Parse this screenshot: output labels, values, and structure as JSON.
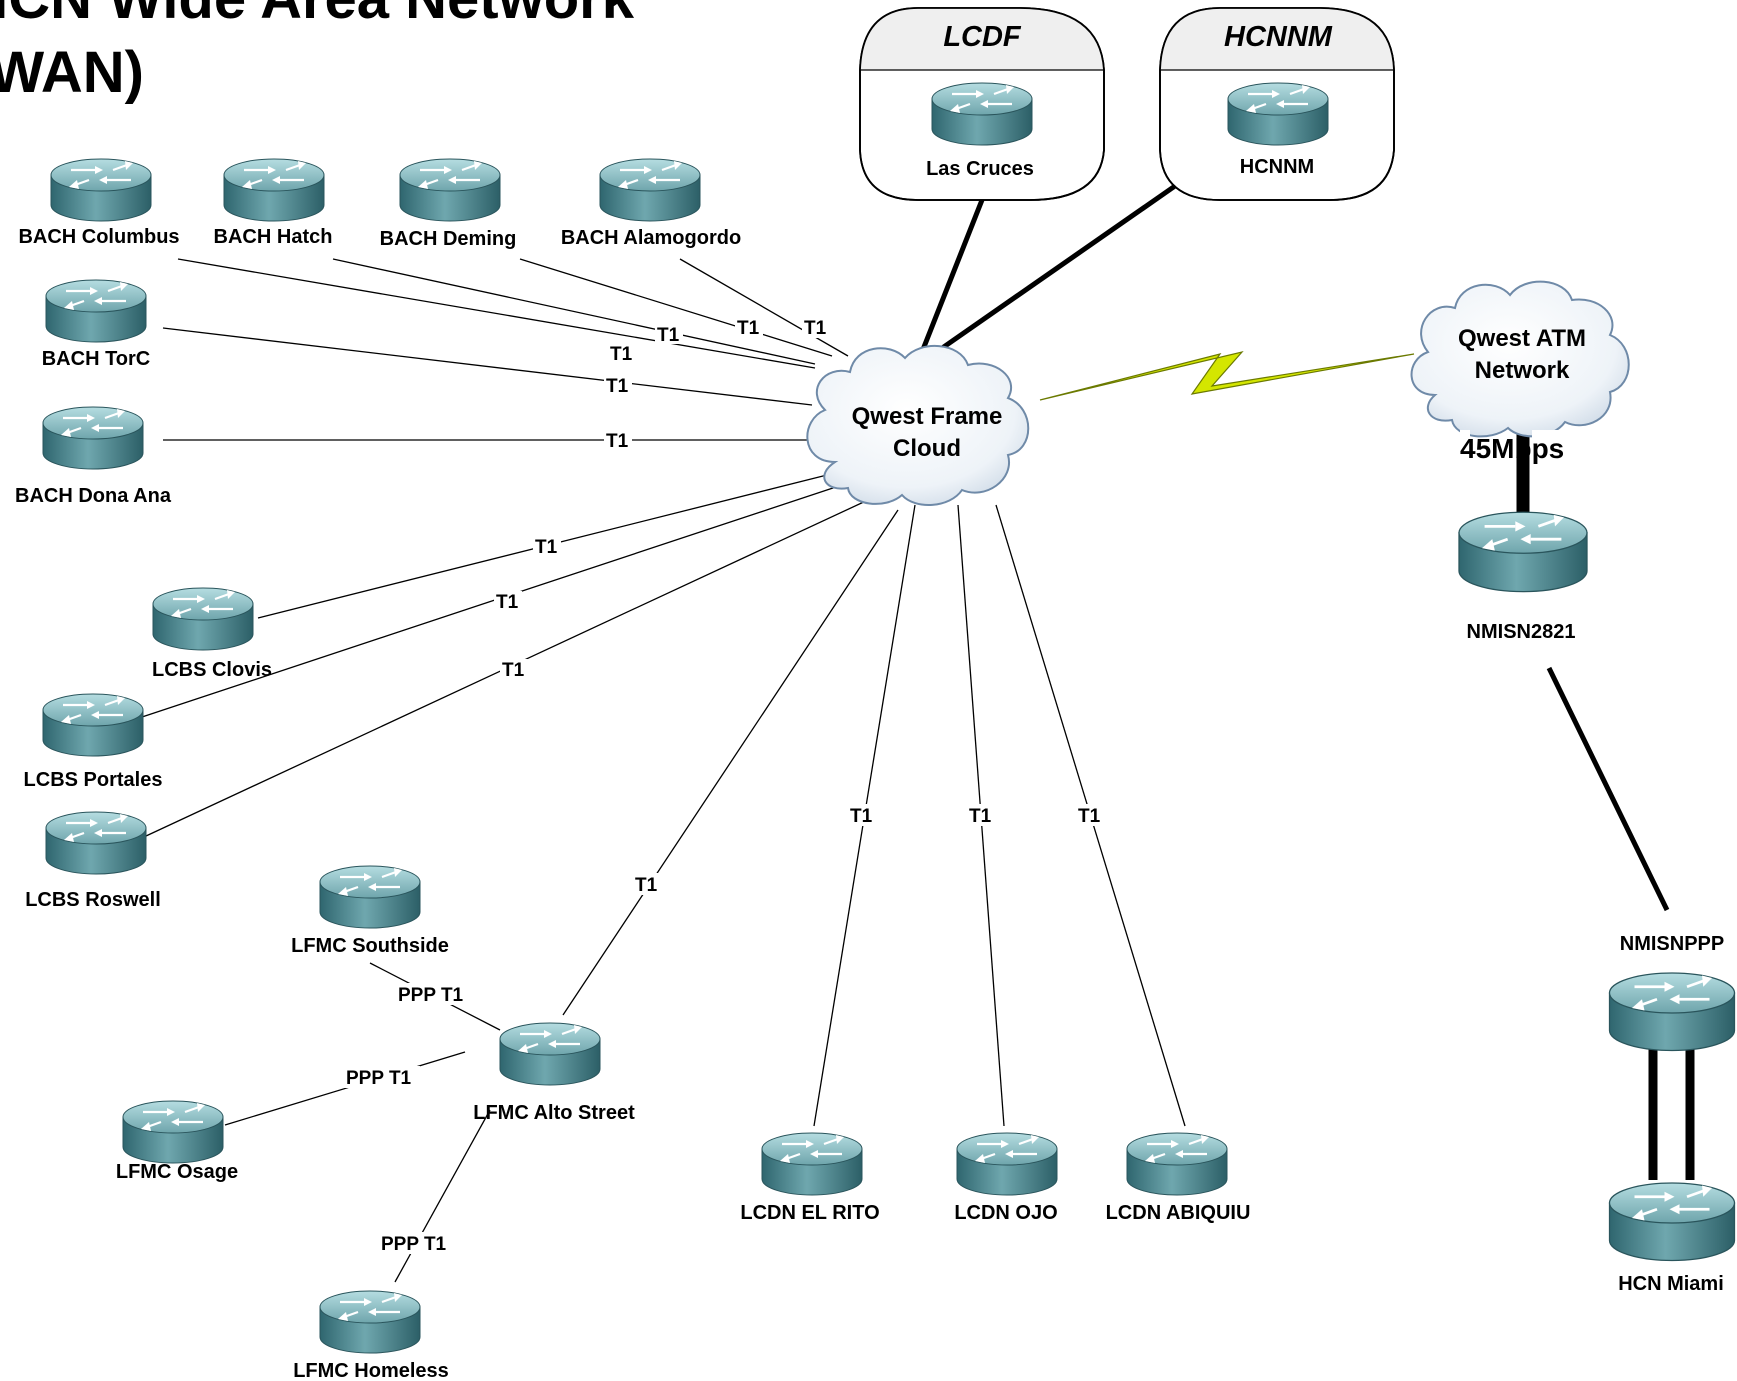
{
  "title": {
    "line1": "MHCN Wide Area Network",
    "line2": "(WAN)"
  },
  "sites": {
    "lcdf": {
      "name": "LCDF",
      "router": "Las Cruces"
    },
    "hcnnm": {
      "name": "HCNNM",
      "router": "HCNNM"
    }
  },
  "clouds": {
    "frame": {
      "line1": "Qwest Frame",
      "line2": "Cloud"
    },
    "atm": {
      "line1": "Qwest ATM",
      "line2": "Network"
    }
  },
  "routers": {
    "bach_columbus": "BACH Columbus",
    "bach_hatch": "BACH Hatch",
    "bach_deming": "BACH Deming",
    "bach_alamogordo": "BACH Alamogordo",
    "bach_torc": "BACH TorC",
    "bach_dona_ana": "BACH Dona Ana",
    "lcbs_clovis": "LCBS Clovis",
    "lcbs_portales": "LCBS Portales",
    "lcbs_roswell": "LCBS Roswell",
    "lfmc_southside": "LFMC Southside",
    "lfmc_alto_street": "LFMC Alto Street",
    "lfmc_osage": "LFMC Osage",
    "lfmc_homeless": "LFMC Homeless",
    "lcdn_el_rito": "LCDN EL RITO",
    "lcdn_ojo": "LCDN OJO",
    "lcdn_abiquiu": "LCDN ABIQUIU",
    "nmisn2821": "NMISN2821",
    "nmisnppp": "NMISNPPP",
    "hcn_miami": "HCN Miami"
  },
  "links": {
    "t1": "T1",
    "ppp_t1": "PPP T1",
    "atm_speed": "45Mbps"
  },
  "colors": {
    "router_body": "#4f8a93",
    "router_top": "#8fc3c9",
    "lightning": "#d4e600",
    "line": "#000000"
  }
}
